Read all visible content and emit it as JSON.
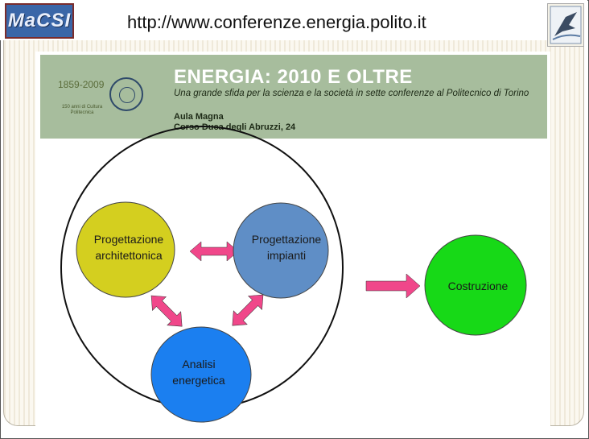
{
  "header": {
    "logo_text": "MaCSI",
    "url": "http://www.conferenze.energia.polito.it",
    "right_logo_icon": "bird-logo-icon"
  },
  "banner": {
    "years": "1859-2009",
    "years_sub": "150 anni di Cultura Politecnica",
    "title": "ENERGIA: 2010 E OLTRE",
    "subtitle": "Una grande sfida per la scienza e la società in sette conferenze al Politecnico di Torino",
    "place_line1": "Aula Magna",
    "place_line2": "Corso Duca degli Abruzzi, 24"
  },
  "diagram": {
    "nodes": {
      "architettonica": {
        "label1": "Progettazione",
        "label2": "architettonica",
        "color": "#d4cf1f"
      },
      "impianti": {
        "label1": "Progettazione",
        "label2": "impianti",
        "color": "#5f8ec6"
      },
      "analisi": {
        "label1": "Analisi",
        "label2": "energetica",
        "color": "#1b7ff0"
      },
      "costruzione": {
        "label1": "Costruzione",
        "color": "#17d917"
      }
    },
    "arrow_color": "#f0478a"
  }
}
